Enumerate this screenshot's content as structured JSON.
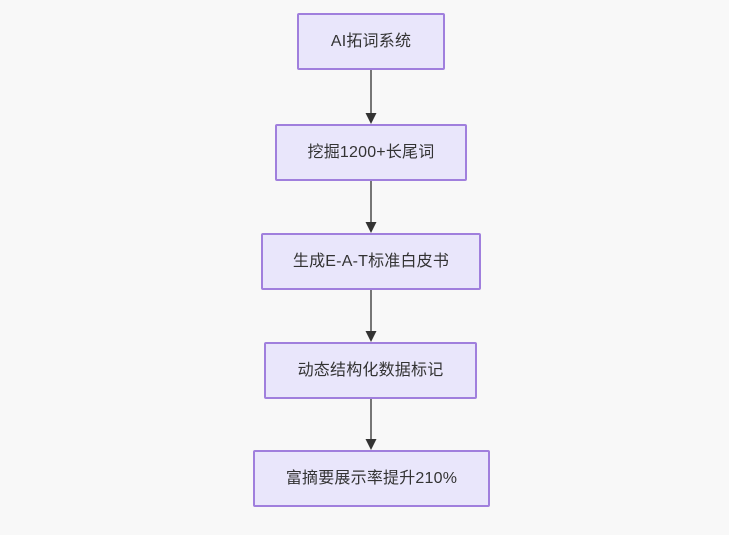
{
  "diagram": {
    "type": "flowchart",
    "orientation": "top-to-bottom",
    "background_color": "#f8f8f8",
    "node_fill_color": "#e9e6fb",
    "node_border_color": "#a07fdd",
    "node_text_color": "#333333",
    "edge_color": "#767676",
    "arrow_color": "#333333",
    "nodes": [
      {
        "id": "n1",
        "label": "AI拓词系统"
      },
      {
        "id": "n2",
        "label": "挖掘1200+长尾词"
      },
      {
        "id": "n3",
        "label": "生成E-A-T标准白皮书"
      },
      {
        "id": "n4",
        "label": "动态结构化数据标记"
      },
      {
        "id": "n5",
        "label": "富摘要展示率提升210%"
      }
    ],
    "edges": [
      {
        "from": "n1",
        "to": "n2",
        "label": ""
      },
      {
        "from": "n2",
        "to": "n3",
        "label": ""
      },
      {
        "from": "n3",
        "to": "n4",
        "label": ""
      },
      {
        "from": "n4",
        "to": "n5",
        "label": ""
      }
    ]
  }
}
